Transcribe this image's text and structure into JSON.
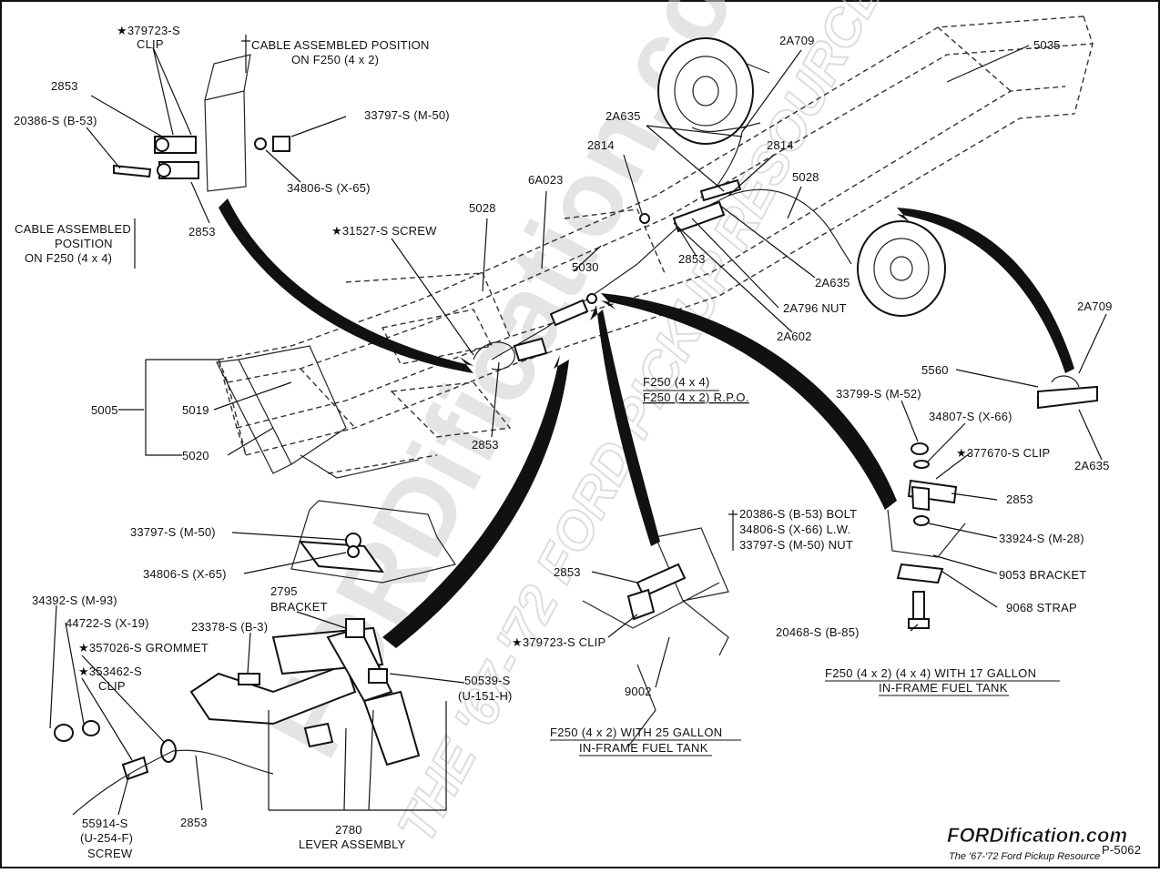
{
  "watermark": {
    "brand": "FORDification.com",
    "tagline": "THE '67-'72 FORD PICKUP RESOURCE"
  },
  "logo": {
    "brand": "FORDification.com",
    "tagline": "The '67-'72 Ford Pickup Resource"
  },
  "drawing_number": "P-5062",
  "callouts": {
    "c379723_top": "★379723-S",
    "clip_top": "CLIP",
    "cable_pos_f250_4x2_a": "CABLE ASSEMBLED POSITION",
    "cable_pos_f250_4x2_b": "ON F250 (4 x 2)",
    "p2853_tl": "2853",
    "p20386_b53": "20386-S (B-53)",
    "p33797_m50_top": "33797-S (M-50)",
    "p34806_x65_top": "34806-S (X-65)",
    "cable_pos_f250_4x4_a": "CABLE ASSEMBLED",
    "cable_pos_f250_4x4_b": "POSITION",
    "cable_pos_f250_4x4_c": "ON F250 (4 x 4)",
    "p2853_tl2": "2853",
    "p31527_screw": "★31527-S SCREW",
    "p5028_left": "5028",
    "p6A023": "6A023",
    "p5030": "5030",
    "p2814_left": "2814",
    "p2A635_top": "2A635",
    "p2A709_top": "2A709",
    "p2814_right": "2814",
    "p5028_right": "5028",
    "p5035": "5035",
    "p2853_mid": "2853",
    "p2A635_mid": "2A635",
    "p2A796_nut": "2A796 NUT",
    "p2A602": "2A602",
    "p5005": "5005",
    "p5019": "5019",
    "p5020": "5020",
    "p2853_center": "2853",
    "f250_4x4": "F250 (4 x 4)",
    "f250_4x2_rpo": "F250 (4 x 2) R.P.O.",
    "p2A709_right": "2A709",
    "p5560": "5560",
    "p33799_m52": "33799-S (M-52)",
    "p34807_x66": "34807-S (X-66)",
    "p2A635_right": "2A635",
    "p377670_clip": "★377670-S CLIP",
    "p2853_right": "2853",
    "p33924_m28": "33924-S (M-28)",
    "p9053_bracket": "9053 BRACKET",
    "p9068_strap": "9068 STRAP",
    "p20468_b85": "20468-S (B-85)",
    "f250_17gal_a": "F250 (4 x 2) (4 x 4) WITH 17 GALLON",
    "f250_17gal_b": "IN-FRAME FUEL TANK",
    "bolt_line1": "20386-S (B-53) BOLT",
    "bolt_line2": "34806-S (X-66) L.W.",
    "bolt_line3": "33797-S (M-50) NUT",
    "p2853_lowmid": "2853",
    "p379723_clip_low": "★379723-S CLIP",
    "p9002": "9002",
    "f250_25gal_a": "F250 (4 x 2) WITH 25 GALLON",
    "f250_25gal_b": "IN-FRAME FUEL TANK",
    "p33797_m50_low": "33797-S (M-50)",
    "p34806_x65_low": "34806-S (X-65)",
    "p2795": "2795",
    "bracket": "BRACKET",
    "p34392_m93": "34392-S (M-93)",
    "p44722_x19": "44722-S (X-19)",
    "p23378_b3": "23378-S (B-3)",
    "p357026_grommet": "★357026-S GROMMET",
    "p353462": "★353462-S",
    "clip_low": "CLIP",
    "p50539": "50539-S",
    "u151h": "(U-151-H)",
    "p55914": "55914-S",
    "u254f": "(U-254-F)",
    "screw": "SCREW",
    "p2853_bottom": "2853",
    "p2780": "2780",
    "lever_assembly": "LEVER ASSEMBLY"
  }
}
